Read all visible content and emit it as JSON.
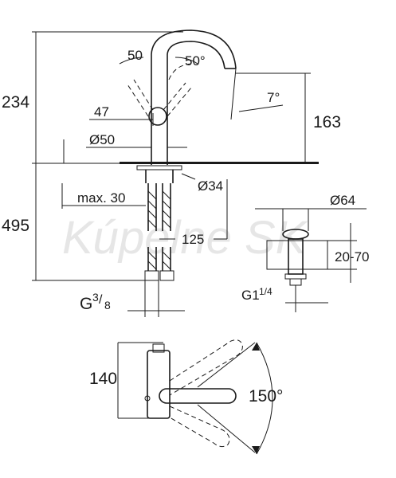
{
  "dimensions": {
    "height_total": "234",
    "height_spout": "163",
    "height_below_deck": "495",
    "swivel_left": "50",
    "swivel_right": "50°",
    "spout_tilt": "7°",
    "lever_offset": "47",
    "body_diameter": "Ø50",
    "hole_diameter": "Ø34",
    "deck_thickness_max": "max. 30",
    "hose_offset": "125",
    "waste_diameter": "Ø64",
    "waste_range": "20-70",
    "waste_thread_main": "G1",
    "waste_thread_frac": "1/4",
    "connection_thread_main": "G",
    "connection_thread_num": "3",
    "connection_thread_den": "8",
    "lever_reach": "140",
    "lever_rotation": "150°"
  },
  "watermark": "Kúpelne SK"
}
